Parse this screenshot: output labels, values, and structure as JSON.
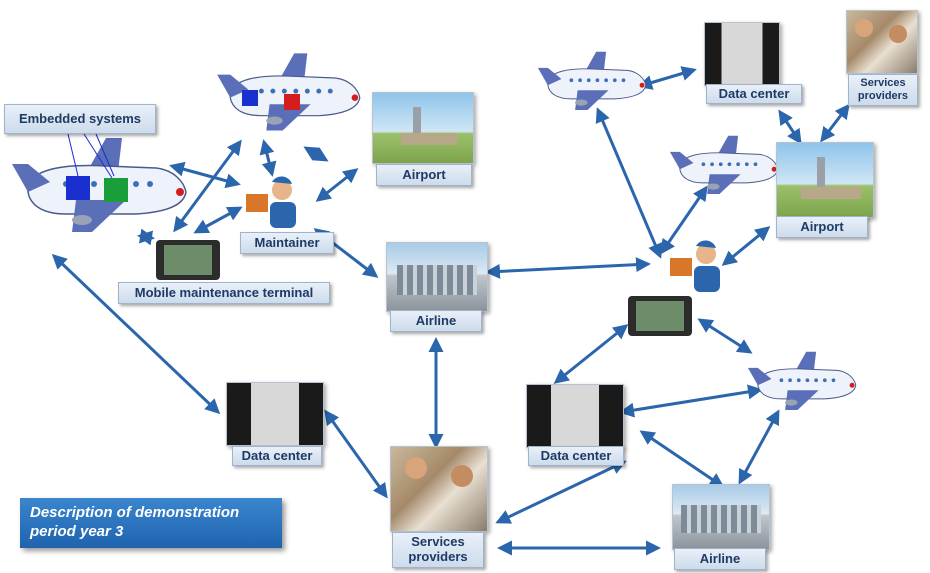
{
  "description": "Description of demonstration period year 3",
  "labels": {
    "embedded": "Embedded systems",
    "airport1": "Airport",
    "maintainer": "Maintainer",
    "mobile_terminal": "Mobile maintenance terminal",
    "airline1": "Airline",
    "datacenter1": "Data center",
    "services1": "Services providers",
    "datacenter_top": "Data center",
    "services_top": "Services providers",
    "airport2": "Airport",
    "datacenter2": "Data center",
    "airline2": "Airline"
  },
  "colors": {
    "arrow": "#2b66ad",
    "label_text": "#1e3a66",
    "plane_body": "#eef2fb",
    "plane_wing": "#5b6fb8",
    "box_blue": "#1a2fcf",
    "box_red": "#d41e1e",
    "box_green": "#1a9e3a"
  },
  "icons": [
    "airplane-icon",
    "maintainer-icon",
    "tablet-icon",
    "datacenter-photo",
    "airport-photo",
    "airline-photo",
    "services-photo"
  ]
}
